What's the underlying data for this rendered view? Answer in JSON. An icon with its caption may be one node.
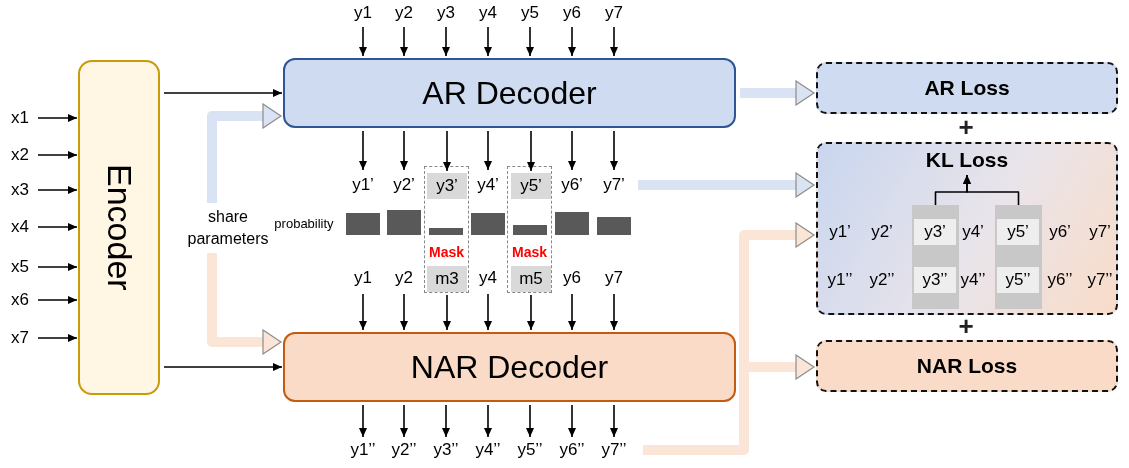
{
  "diagram": {
    "nodes": [
      {
        "text": [
          "Encoder"
        ]
      },
      {
        "text": [
          "AR Decoder"
        ]
      },
      {
        "text": [
          "NAR Decoder"
        ]
      },
      {
        "text": [
          "AR Loss"
        ]
      },
      {
        "text": [
          "KL Loss"
        ]
      },
      {
        "text": [
          "NAR Loss"
        ]
      },
      {
        "text": [
          "x1"
        ]
      },
      {
        "text": [
          "x2"
        ]
      },
      {
        "text": [
          "x3"
        ]
      },
      {
        "text": [
          "x4"
        ]
      },
      {
        "text": [
          "x5"
        ]
      },
      {
        "text": [
          "x6"
        ]
      },
      {
        "text": [
          "x7"
        ]
      },
      {
        "text": [
          "share parameters"
        ]
      },
      {
        "text": [
          "y1"
        ]
      },
      {
        "text": [
          "y2"
        ]
      },
      {
        "text": [
          "y3"
        ]
      },
      {
        "text": [
          "y4"
        ]
      },
      {
        "text": [
          "y5"
        ]
      },
      {
        "text": [
          "y6"
        ]
      },
      {
        "text": [
          "y7"
        ]
      },
      {
        "text": [],
        "shape": "box"
      },
      {
        "text": [],
        "shape": "box"
      },
      {
        "text": [
          "y1’"
        ]
      },
      {
        "text": [
          "y2’"
        ]
      },
      {
        "text": [
          "y3’"
        ],
        "in": 21
      },
      {
        "text": [
          "y4’"
        ]
      },
      {
        "text": [
          "y5’"
        ],
        "in": 22
      },
      {
        "text": [
          "y6’"
        ]
      },
      {
        "text": [
          "y7’"
        ]
      },
      {
        "text": [
          "y1"
        ]
      },
      {
        "text": [
          "y2"
        ]
      },
      {
        "text": [
          "m3"
        ],
        "in": 21
      },
      {
        "text": [
          "y4"
        ]
      },
      {
        "text": [
          "m5"
        ],
        "in": 22
      },
      {
        "text": [
          "y6"
        ]
      },
      {
        "text": [
          "y7"
        ]
      },
      {
        "text": [
          "y1’’"
        ]
      },
      {
        "text": [
          "y2’’"
        ]
      },
      {
        "text": [
          "y3’’"
        ]
      },
      {
        "text": [
          "y4’’"
        ]
      },
      {
        "text": [
          "y5’’"
        ]
      },
      {
        "text": [
          "y6’’"
        ]
      },
      {
        "text": [
          "y7’’"
        ]
      },
      {
        "text": [],
        "shape": "bar",
        "in": 4
      },
      {
        "text": [],
        "shape": "bar",
        "in": 4
      },
      {
        "text": [
          "y1’"
        ],
        "in": 4
      },
      {
        "text": [
          "y2’"
        ],
        "in": 4
      },
      {
        "text": [
          "y3’"
        ],
        "in": 44
      },
      {
        "text": [
          "y4’"
        ],
        "in": 4
      },
      {
        "text": [
          "y5’"
        ],
        "in": 45
      },
      {
        "text": [
          "y6’"
        ],
        "in": 4
      },
      {
        "text": [
          "y7’"
        ],
        "in": 4
      },
      {
        "text": [
          "y1’’"
        ],
        "in": 4
      },
      {
        "text": [
          "y2’’"
        ],
        "in": 4
      },
      {
        "text": [
          "y3’’"
        ],
        "in": 44
      },
      {
        "text": [
          "y4’’"
        ],
        "in": 4
      },
      {
        "text": [
          "y5’’"
        ],
        "in": 45
      },
      {
        "text": [
          "y6’’"
        ],
        "in": 4
      },
      {
        "text": [
          "y7’’"
        ],
        "in": 4
      }
    ],
    "edges": [
      {
        "from": 6,
        "to": 0,
        "arrow": "to"
      },
      {
        "from": 7,
        "to": 0,
        "arrow": "to"
      },
      {
        "from": 8,
        "to": 0,
        "arrow": "to"
      },
      {
        "from": 9,
        "to": 0,
        "arrow": "to"
      },
      {
        "from": 10,
        "to": 0,
        "arrow": "to"
      },
      {
        "from": 11,
        "to": 0,
        "arrow": "to"
      },
      {
        "from": 12,
        "to": 0,
        "arrow": "to"
      },
      {
        "from": 0,
        "to": 1,
        "arrow": "to"
      },
      {
        "from": 0,
        "to": 2,
        "arrow": "to"
      },
      {
        "from": 13,
        "to": 1,
        "arrow": "to",
        "style": "thick",
        "color": "#dae3f3"
      },
      {
        "from": 13,
        "to": 2,
        "arrow": "to",
        "style": "thick",
        "color": "#fbe5d6"
      },
      {
        "from": 14,
        "to": 1,
        "arrow": "to"
      },
      {
        "from": 15,
        "to": 1,
        "arrow": "to"
      },
      {
        "from": 16,
        "to": 1,
        "arrow": "to"
      },
      {
        "from": 17,
        "to": 1,
        "arrow": "to"
      },
      {
        "from": 18,
        "to": 1,
        "arrow": "to"
      },
      {
        "from": 19,
        "to": 1,
        "arrow": "to"
      },
      {
        "from": 20,
        "to": 1,
        "arrow": "to"
      },
      {
        "from": 1,
        "to": 23,
        "arrow": "to"
      },
      {
        "from": 1,
        "to": 24,
        "arrow": "to"
      },
      {
        "from": 1,
        "to": 25,
        "arrow": "to"
      },
      {
        "from": 1,
        "to": 26,
        "arrow": "to"
      },
      {
        "from": 1,
        "to": 27,
        "arrow": "to"
      },
      {
        "from": 1,
        "to": 28,
        "arrow": "to"
      },
      {
        "from": 1,
        "to": 29,
        "arrow": "to"
      },
      {
        "from": 30,
        "to": 2,
        "arrow": "to"
      },
      {
        "from": 31,
        "to": 2,
        "arrow": "to"
      },
      {
        "from": 32,
        "to": 2,
        "arrow": "to"
      },
      {
        "from": 33,
        "to": 2,
        "arrow": "to"
      },
      {
        "from": 34,
        "to": 2,
        "arrow": "to"
      },
      {
        "from": 35,
        "to": 2,
        "arrow": "to"
      },
      {
        "from": 36,
        "to": 2,
        "arrow": "to"
      },
      {
        "from": 2,
        "to": 37,
        "arrow": "to"
      },
      {
        "from": 2,
        "to": 38,
        "arrow": "to"
      },
      {
        "from": 2,
        "to": 39,
        "arrow": "to"
      },
      {
        "from": 2,
        "to": 40,
        "arrow": "to"
      },
      {
        "from": 2,
        "to": 41,
        "arrow": "to"
      },
      {
        "from": 2,
        "to": 42,
        "arrow": "to"
      },
      {
        "from": 2,
        "to": 43,
        "arrow": "to"
      },
      {
        "from": 1,
        "to": 3,
        "arrow": "to",
        "style": "thick",
        "color": "#dae3f3"
      },
      {
        "from": 29,
        "to": 4,
        "arrow": "to",
        "style": "thick",
        "color": "#dae3f3"
      },
      {
        "from": 43,
        "to": 4,
        "arrow": "to",
        "style": "thick",
        "color": "#fbe5d6"
      },
      {
        "from": 2,
        "to": 5,
        "arrow": "to",
        "style": "thick",
        "color": "#fbe5d6"
      },
      {
        "from": 44,
        "to": 4,
        "arrow": "to"
      },
      {
        "from": 45,
        "to": 4,
        "arrow": "to"
      }
    ],
    "labels": [
      "probability",
      "Mask",
      "Mask",
      "+",
      "+"
    ]
  }
}
